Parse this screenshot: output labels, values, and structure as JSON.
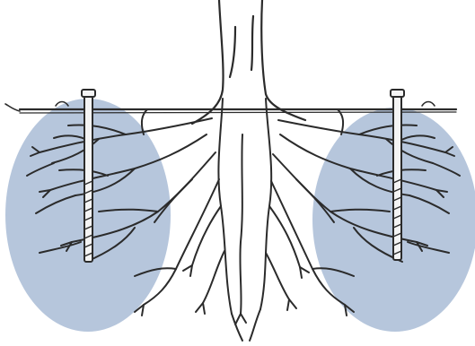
{
  "diagram": {
    "colors": {
      "background": "#ffffff",
      "ink": "#2b2b2b",
      "moisture_zone": "#a9bcd6",
      "stake": "#f4f4f4"
    },
    "components": [
      "tree-trunk",
      "root-system",
      "ground-line",
      "moisture-zone-left",
      "moisture-zone-right",
      "probe-stake-left",
      "probe-stake-right",
      "probe-cable"
    ]
  }
}
